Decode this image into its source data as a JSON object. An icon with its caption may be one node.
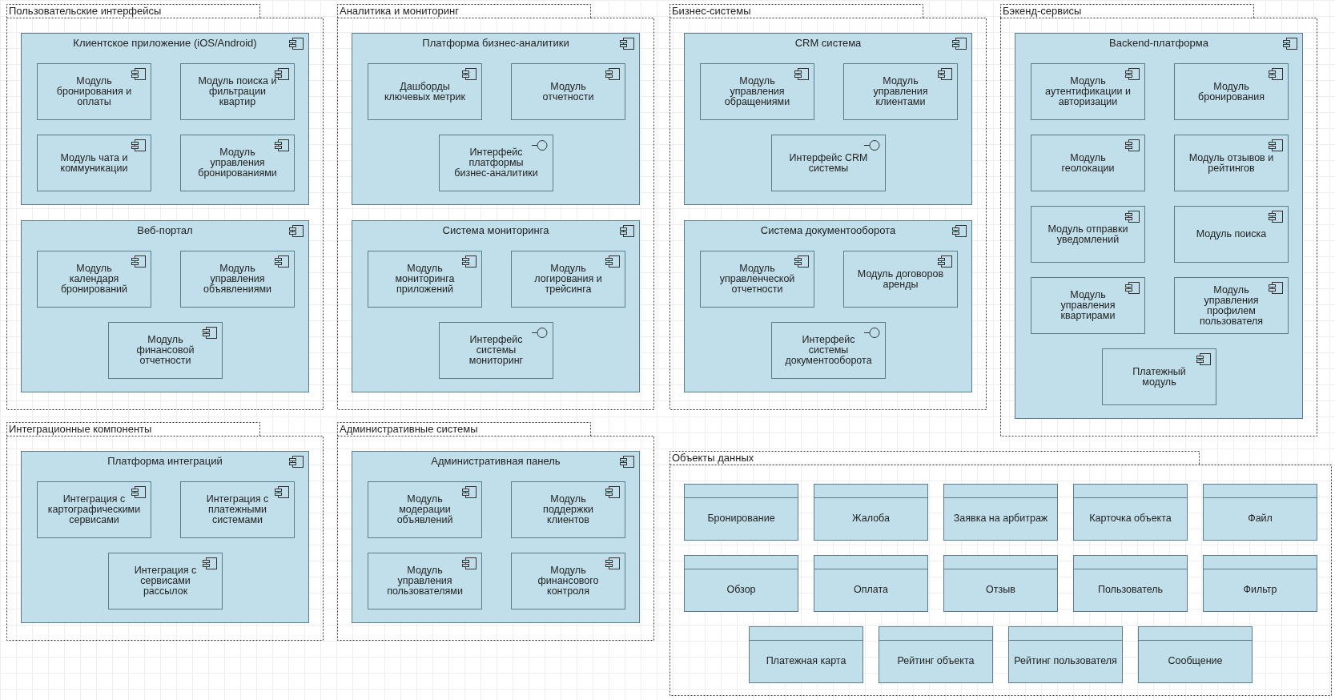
{
  "diagram": {
    "nodes": [
      {
        "text": [
          "Пользовательские интерфейсы"
        ]
      },
      {
        "text": [
          "Клиентское приложение (iOS/Android)"
        ],
        "in": 0
      },
      {
        "text": [
          "Модуль бронирования и оплаты"
        ],
        "in": 1
      },
      {
        "text": [
          "Модуль поиска и фильтрации квартир"
        ],
        "in": 1
      },
      {
        "text": [
          "Модуль чата и коммуникации"
        ],
        "in": 1
      },
      {
        "text": [
          "Модуль управления бронированиями"
        ],
        "in": 1
      },
      {
        "text": [
          "Веб-портал"
        ],
        "in": 0
      },
      {
        "text": [
          "Модуль календаря бронирований"
        ],
        "in": 6
      },
      {
        "text": [
          "Модуль управления объявлениями"
        ],
        "in": 6
      },
      {
        "text": [
          "Модуль финансовой отчетности"
        ],
        "in": 6
      },
      {
        "text": [
          "Аналитика и мониторинг"
        ]
      },
      {
        "text": [
          "Платформа бизнес-аналитики"
        ],
        "in": 10
      },
      {
        "text": [
          "Дашборды ключевых метрик"
        ],
        "in": 11
      },
      {
        "text": [
          "Модуль отчетности"
        ],
        "in": 11
      },
      {
        "text": [
          "Интерфейс платформы бизнес-аналитики"
        ],
        "in": 11
      },
      {
        "text": [
          "Система мониторинга"
        ],
        "in": 10
      },
      {
        "text": [
          "Модуль мониторинга приложений"
        ],
        "in": 15
      },
      {
        "text": [
          "Модуль логирования и трейсинга"
        ],
        "in": 15
      },
      {
        "text": [
          "Интерфейс системы мониторинг"
        ],
        "in": 15
      },
      {
        "text": [
          "Бизнес-системы"
        ]
      },
      {
        "text": [
          "CRM система"
        ],
        "in": 19
      },
      {
        "text": [
          "Модуль управления обращениями"
        ],
        "in": 20
      },
      {
        "text": [
          "Модуль управления клиентами"
        ],
        "in": 20
      },
      {
        "text": [
          "Интерфейс CRM системы"
        ],
        "in": 20
      },
      {
        "text": [
          "Система документооборота"
        ],
        "in": 19
      },
      {
        "text": [
          "Модуль управленческой отчетности"
        ],
        "in": 24
      },
      {
        "text": [
          "Модуль договоров аренды"
        ],
        "in": 24
      },
      {
        "text": [
          "Интерфейс системы документооборота"
        ],
        "in": 24
      },
      {
        "text": [
          "Бэкенд-сервисы"
        ]
      },
      {
        "text": [
          "Backend-платформа"
        ],
        "in": 28
      },
      {
        "text": [
          "Модуль аутентификации и авторизации"
        ],
        "in": 29
      },
      {
        "text": [
          "Модуль бронирования"
        ],
        "in": 29
      },
      {
        "text": [
          "Модуль геолокации"
        ],
        "in": 29
      },
      {
        "text": [
          "Модуль отзывов и рейтингов"
        ],
        "in": 29
      },
      {
        "text": [
          "Модуль отправки уведомлений"
        ],
        "in": 29
      },
      {
        "text": [
          "Модуль поиска"
        ],
        "in": 29
      },
      {
        "text": [
          "Модуль управления квартирами"
        ],
        "in": 29
      },
      {
        "text": [
          "Модуль управления профилем пользователя"
        ],
        "in": 29
      },
      {
        "text": [
          "Платежный модуль"
        ],
        "in": 29
      },
      {
        "text": [
          "Интеграционные компоненты"
        ]
      },
      {
        "text": [
          "Платформа интеграций"
        ],
        "in": 39
      },
      {
        "text": [
          "Интеграция с картографическими сервисами"
        ],
        "in": 40
      },
      {
        "text": [
          "Интеграция с платежными системами"
        ],
        "in": 40
      },
      {
        "text": [
          "Интеграция с сервисами рассылок"
        ],
        "in": 40
      },
      {
        "text": [
          "Административные системы"
        ]
      },
      {
        "text": [
          "Административная панель"
        ],
        "in": 44
      },
      {
        "text": [
          "Модуль модерации объявлений"
        ],
        "in": 45
      },
      {
        "text": [
          "Модуль поддержки клиентов"
        ],
        "in": 45
      },
      {
        "text": [
          "Модуль управления пользователями"
        ],
        "in": 45
      },
      {
        "text": [
          "Модуль финансового контроля"
        ],
        "in": 45
      },
      {
        "text": [
          "Объекты данных"
        ]
      },
      {
        "text": [
          "Бронирование"
        ],
        "in": 50
      },
      {
        "text": [
          "Жалоба"
        ],
        "in": 50
      },
      {
        "text": [
          "Заявка на арбитраж"
        ],
        "in": 50
      },
      {
        "text": [
          "Карточка объекта"
        ],
        "in": 50
      },
      {
        "text": [
          "Файл"
        ],
        "in": 50
      },
      {
        "text": [
          "Обзор"
        ],
        "in": 50
      },
      {
        "text": [
          "Оплата"
        ],
        "in": 50
      },
      {
        "text": [
          "Отзыв"
        ],
        "in": 50
      },
      {
        "text": [
          "Пользователь"
        ],
        "in": 50
      },
      {
        "text": [
          "Фильтр"
        ],
        "in": 50
      },
      {
        "text": [
          "Платежная карта"
        ],
        "in": 50
      },
      {
        "text": [
          "Рейтинг объекта"
        ],
        "in": 50
      },
      {
        "text": [
          "Рейтинг пользователя"
        ],
        "in": 50
      },
      {
        "text": [
          "Сообщение"
        ],
        "in": 50
      }
    ],
    "edges": []
  }
}
